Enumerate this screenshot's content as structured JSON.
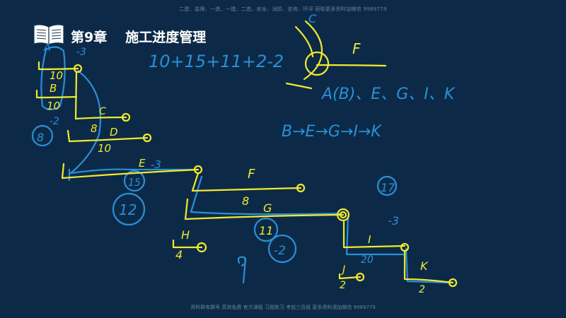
{
  "watermark_top": "二建、监理、一造、一建、二造、安全、消防、咨询、环评 获取更多资料加微信 9989779",
  "watermark_bottom": "资料群有群号 高效免费 官方课程 习题练习 考前三页纸 更多资料请加微信 9989779",
  "slide": {
    "chapter": "第9章",
    "title": "施工进度管理",
    "icon": "open-book-icon"
  },
  "colors": {
    "background": "#0c2a48",
    "yellow_ink": "#f2e92e",
    "blue_ink": "#2a8fd6",
    "title": "#ffffff"
  },
  "notes": {
    "equation": "10+15+11+2-2",
    "path1": "A(B)、E、G、I、K",
    "path2": "B→E→G→I→K",
    "node_c": "C",
    "node_f_top": "F",
    "act_a": "A",
    "act_a_lag": "-3",
    "act_a_dur": "10",
    "act_b": "B",
    "act_b_dur": "10",
    "act_c": "C",
    "act_c_dur": "8",
    "act_d": "D",
    "act_d_dur": "10",
    "circle_8": "8",
    "circle_8_lag": "-2",
    "act_e": "E",
    "act_e_lag": "-3",
    "act_e_dur": "15",
    "circle_12": "12",
    "act_f": "F",
    "act_f_dur": "8",
    "act_g": "G",
    "act_g_dur": "11",
    "circle_neg2": "-2",
    "act_h": "H",
    "act_h_dur": "4",
    "num_9": "9",
    "circle_17": "17",
    "lag_neg3": "-3",
    "act_i": "I",
    "act_i_dur": "20",
    "act_j": "J",
    "act_j_dur": "2",
    "act_k": "K",
    "act_k_dur": "2"
  }
}
